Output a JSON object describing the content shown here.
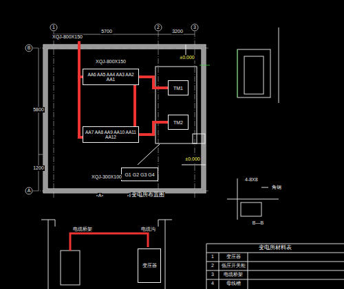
{
  "diagram": {
    "title": "变电所布置图",
    "nodes": [
      {
        "text": [
          "AA6 AA5 AA4 AA3 AA2 AA1"
        ]
      },
      {
        "text": [
          "TM1"
        ]
      },
      {
        "text": [
          "AA7 AA8 AA9 AA10 AA11 AA12"
        ]
      },
      {
        "text": [
          "TM2"
        ]
      },
      {
        "text": [
          "G1 G2 G3 G4"
        ]
      },
      {
        "text": [
          "变压器"
        ]
      }
    ],
    "edges": [
      {
        "from": 1,
        "to": 0,
        "arrow": "none"
      },
      {
        "from": 3,
        "to": 2,
        "arrow": "none"
      },
      {
        "from": 0,
        "to": 2,
        "arrow": "none"
      }
    ],
    "labels": [
      "1",
      "2",
      "3",
      "B",
      "A",
      "5700",
      "3200",
      "5800",
      "1200",
      "XQJ-800X150",
      "XQJ-800X150",
      "XQJ-300X100",
      "±0.000",
      "±0.000",
      "A",
      "B",
      "B—B",
      "4-8X8",
      "角钢",
      "电缆桥架",
      "电缆沟",
      "变电所材料表",
      "1",
      "变压器",
      "2",
      "低压开关柜",
      "3",
      "电缆桥架",
      "4",
      "母线槽"
    ]
  }
}
